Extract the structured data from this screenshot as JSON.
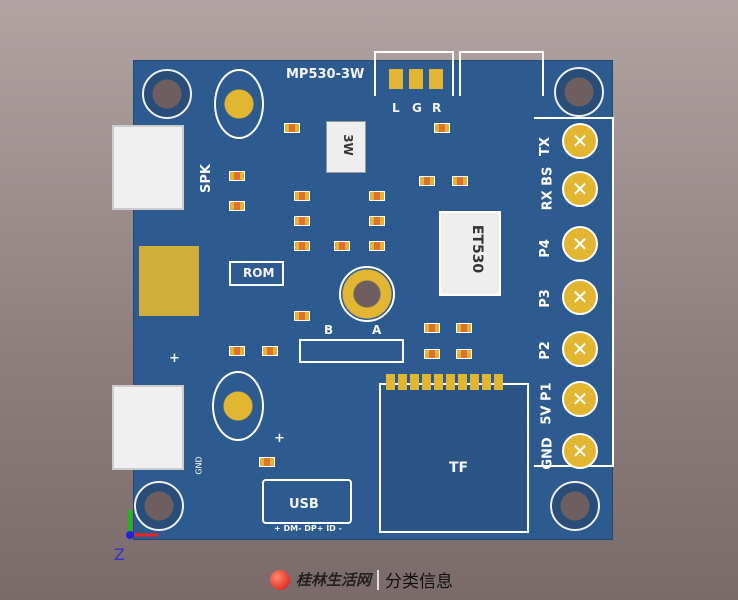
{
  "board": {
    "title": "MP530-3W",
    "chip_label": "3W",
    "ic_label": "ET530",
    "rom_label": "ROM",
    "speaker_label": "SPK",
    "tf_label": "TF",
    "usb_label": "USB",
    "usb_pins": "+ DM- DP+ ID -",
    "led_labels": [
      "L",
      "G",
      "R"
    ],
    "pad_labels": [
      "B",
      "A"
    ],
    "gnd_small": "GND",
    "plus": "+",
    "terminal_labels": [
      "TX",
      "RX BS",
      "P4",
      "P3",
      "P2",
      "5V P1",
      "GND"
    ]
  },
  "axis": {
    "z_label": "Z"
  },
  "watermark": {
    "site": "桂林生活网",
    "section": "分类信息"
  }
}
